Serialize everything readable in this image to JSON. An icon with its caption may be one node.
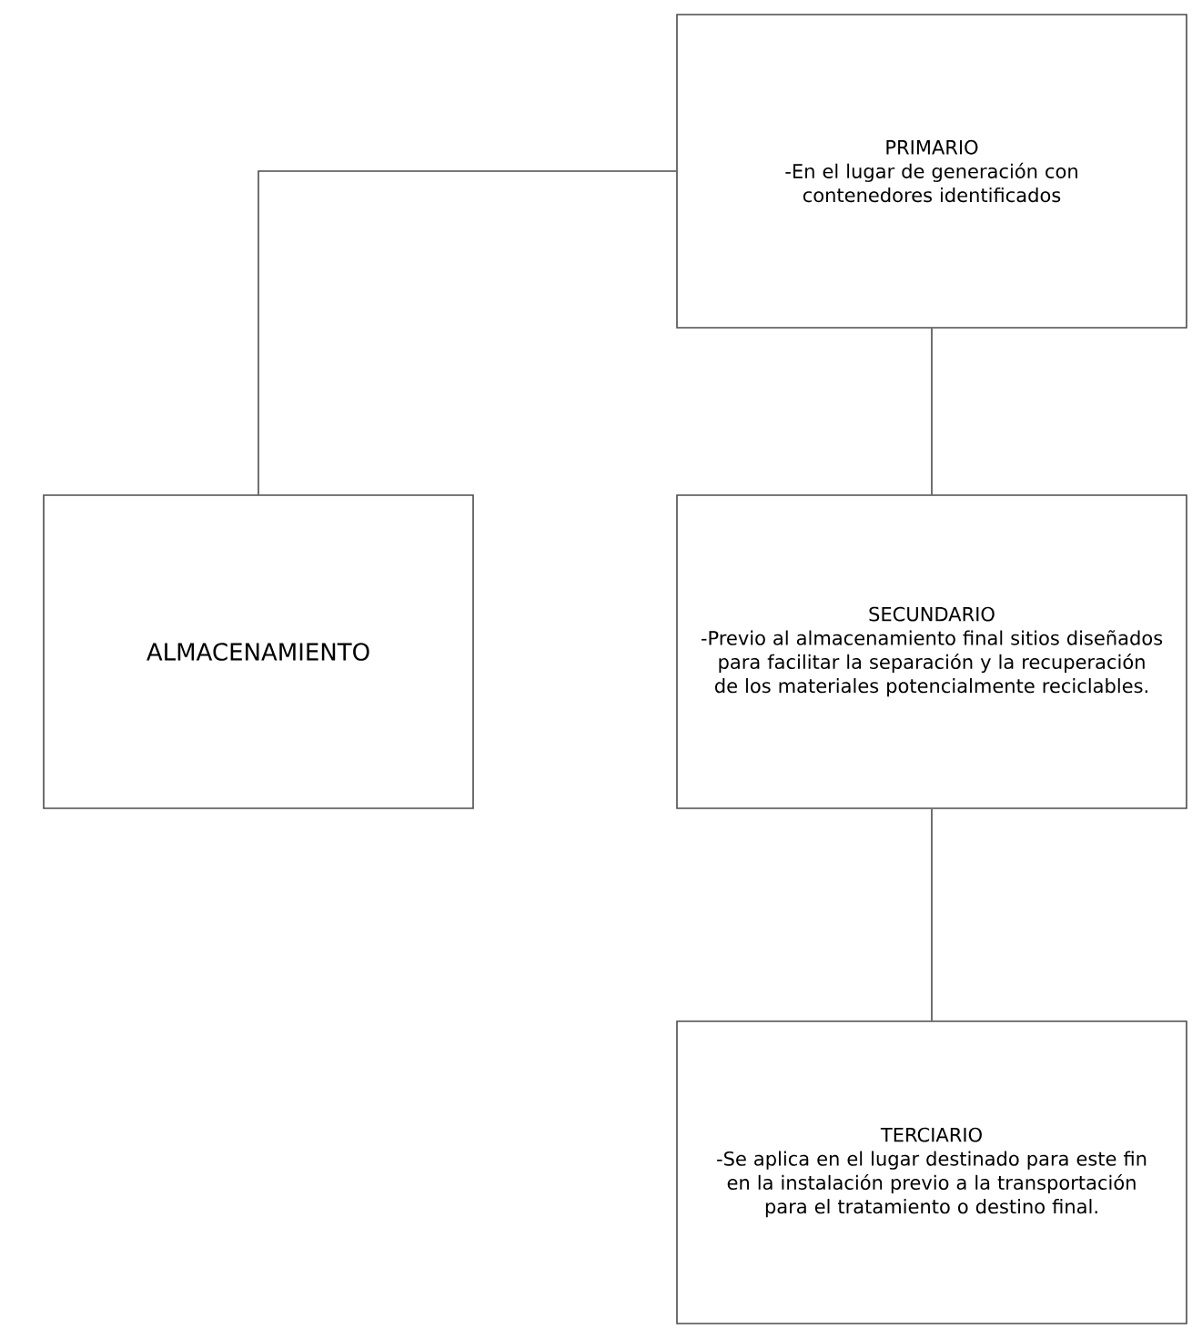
{
  "diagram": {
    "nodes": [
      {
        "text": [
          "ALMACENAMIENTO"
        ]
      },
      {
        "text": [
          "PRIMARIO",
          "-En el lugar de generación con contenedores identificados"
        ]
      },
      {
        "text": [
          "SECUNDARIO",
          "-Previo al almacenamiento final sitios diseñados para facilitar la separación y la recuperación de los materiales potencialmente reciclables."
        ]
      },
      {
        "text": [
          "TERCIARIO",
          "-Se aplica en el lugar destinado para este fin en la instalación previo a la transportación para el tratamiento o destino final."
        ]
      }
    ],
    "edges": [
      {
        "from": 0,
        "to": 1,
        "arrow": "none"
      },
      {
        "from": 1,
        "to": 2,
        "arrow": "none"
      },
      {
        "from": 2,
        "to": 3,
        "arrow": "none"
      }
    ]
  }
}
